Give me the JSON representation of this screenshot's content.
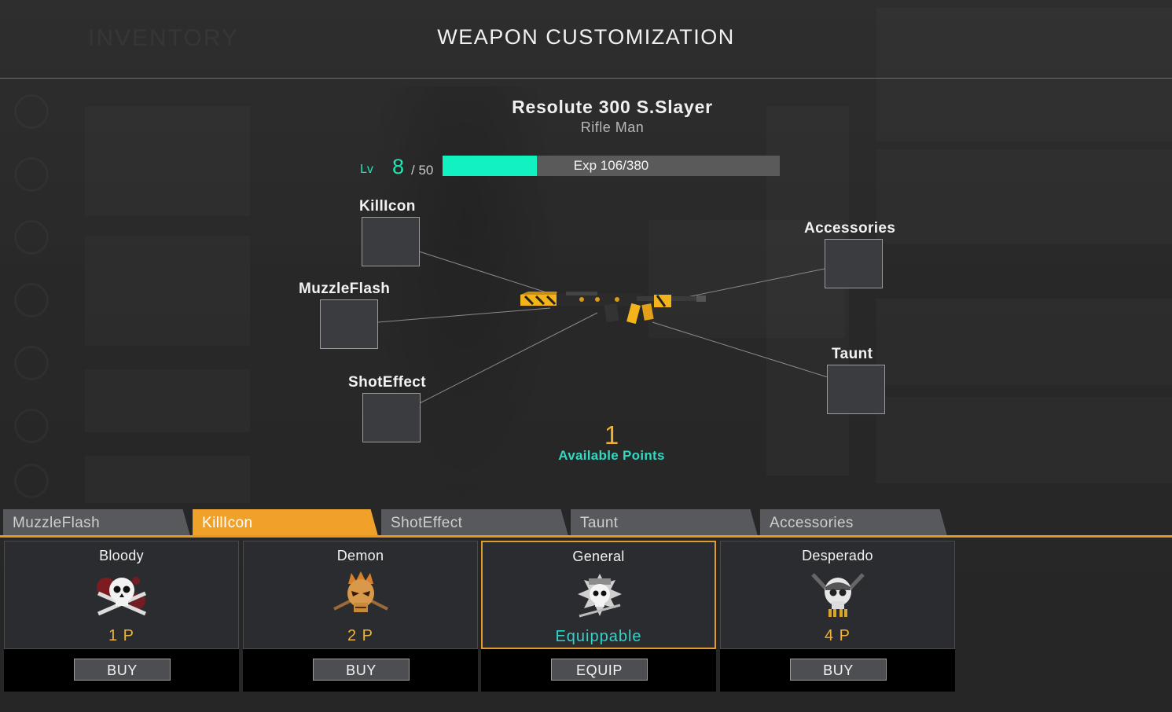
{
  "header": {
    "title": "WEAPON CUSTOMIZATION",
    "background_title": "INVENTORY"
  },
  "weapon": {
    "name": "Resolute 300 S.Slayer",
    "class": "Rifle Man",
    "level_label": "Lv",
    "level": "8",
    "level_max": "/ 50",
    "exp_text": "Exp 106/380",
    "exp_progress": 0.279
  },
  "slots": {
    "killicon": "KillIcon",
    "muzzleflash": "MuzzleFlash",
    "shoteffect": "ShotEffect",
    "accessories": "Accessories",
    "taunt": "Taunt"
  },
  "points": {
    "value": "1",
    "label": "Available Points"
  },
  "tabs": [
    {
      "label": "MuzzleFlash",
      "active": false
    },
    {
      "label": "KillIcon",
      "active": true
    },
    {
      "label": "ShotEffect",
      "active": false
    },
    {
      "label": "Taunt",
      "active": false
    },
    {
      "label": "Accessories",
      "active": false
    }
  ],
  "items": [
    {
      "name": "Bloody",
      "cost": "1 P",
      "button": "BUY",
      "icon": "bloody-skull-icon",
      "selected": false
    },
    {
      "name": "Demon",
      "cost": "2 P",
      "button": "BUY",
      "icon": "demon-skull-icon",
      "selected": false
    },
    {
      "name": "General",
      "cost": "Equippable",
      "button": "EQUIP",
      "icon": "general-skull-icon",
      "selected": true
    },
    {
      "name": "Desperado",
      "cost": "4 P",
      "button": "BUY",
      "icon": "desperado-skull-icon",
      "selected": false
    }
  ],
  "colors": {
    "accent_orange": "#f0a12a",
    "teal": "#12f2c0",
    "points_gold": "#f1b233"
  }
}
